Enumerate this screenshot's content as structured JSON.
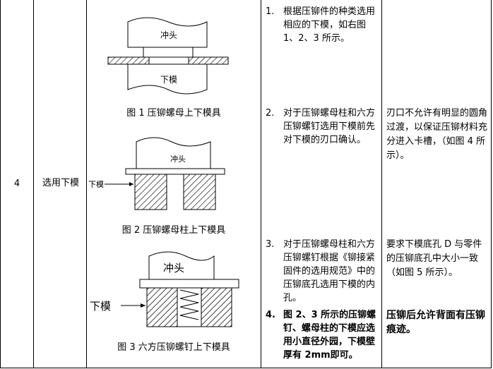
{
  "row": {
    "index": "4",
    "step": "选用下模"
  },
  "figures": [
    {
      "caption": "图 1   压铆螺母上下模具",
      "punch_label": "冲头",
      "die_label": "下模"
    },
    {
      "caption": "图 2   压铆螺母柱上下模具",
      "punch_label": "冲头",
      "die_label": "下模"
    },
    {
      "caption": "图 3    六方压铆螺钉上下模具",
      "punch_label": "冲头",
      "die_label": "下模"
    }
  ],
  "steps": [
    {
      "num": "1.",
      "text": "根据压铆件的种类选用相应的下模，如右图 1、2、3 所示。",
      "note": ""
    },
    {
      "num": "2.",
      "text": "对于压铆螺母柱和六方压铆螺钉选用下模前先对下模的刃口确认。",
      "note": "刃口不允许有明显的圆角过渡，以保证压铆材料充分进入卡槽，（如图 4 所示）。"
    },
    {
      "num": "3.",
      "text": "对于压铆螺母柱和六方压铆螺钉根据《铆接紧固件的选用规范》中的压铆底孔选用下模的内孔。",
      "note": "要求下模底孔 D 与零件的压铆底孔中大小一致（如图 5 所示）。"
    },
    {
      "num": "4.",
      "text": "图 2、3 所示的压铆螺钉、螺母柱的下模应选用小直径外园，下模壁厚有 2mm即可。",
      "note": "压铆后允许背面有压铆痕迹。"
    }
  ]
}
